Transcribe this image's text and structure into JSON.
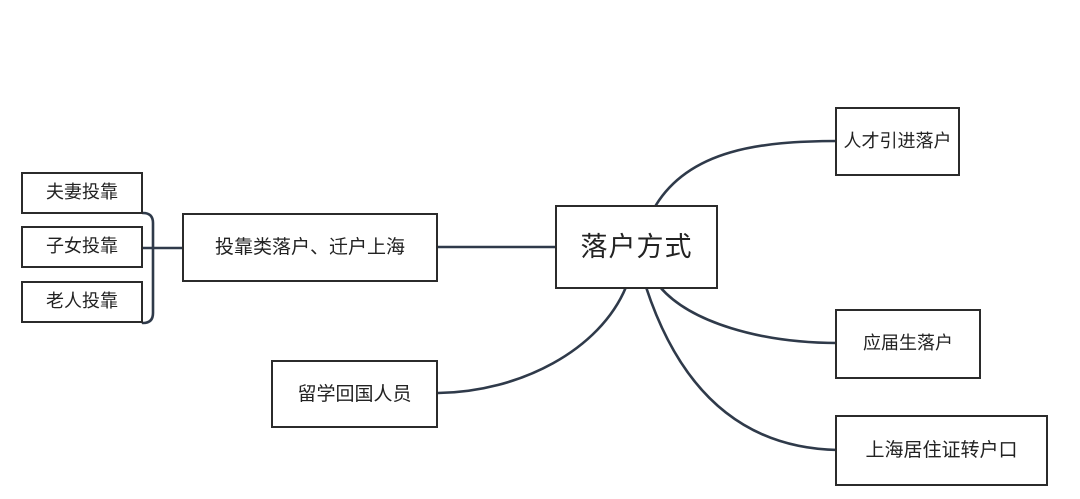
{
  "diagram": {
    "central_topic": "落户方式",
    "right_branches": [
      "人才引进落户",
      "应届生落户",
      "上海居住证转户口"
    ],
    "left_branches": [
      "投靠类落户、迁户上海",
      "留学回国人员"
    ],
    "sub_branches": [
      "夫妻投靠",
      "子女投靠",
      "老人投靠"
    ]
  },
  "colors": {
    "line": "#2f3a4a",
    "border": "#2b2b2b",
    "background": "#ffffff",
    "text": "#222222"
  }
}
